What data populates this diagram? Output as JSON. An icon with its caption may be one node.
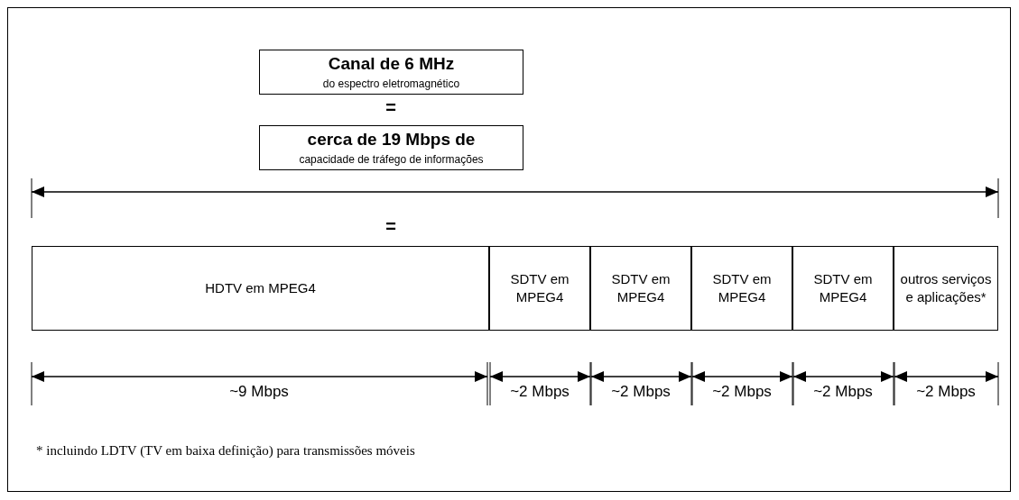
{
  "diagram": {
    "nodes": [
      {
        "text": [
          "Canal de 6 MHz",
          "do espectro eletromagnético"
        ]
      },
      {
        "text": [
          "cerca de 19 Mbps de",
          "capacidade de tráfego de informações"
        ]
      },
      {
        "text": [
          "HDTV em MPEG4"
        ]
      },
      {
        "text": [
          "SDTV em MPEG4"
        ]
      },
      {
        "text": [
          "SDTV em MPEG4"
        ]
      },
      {
        "text": [
          "SDTV em MPEG4"
        ]
      },
      {
        "text": [
          "SDTV em MPEG4"
        ]
      },
      {
        "text": [
          "outros serviços e aplicações*"
        ]
      }
    ],
    "labels": [
      "=",
      "=",
      "~9 Mbps",
      "~2 Mbps",
      "~2 Mbps",
      "~2 Mbps",
      "~2 Mbps",
      "~2 Mbps",
      "* incluindo LDTV (TV em baixa definição) para transmissões móveis"
    ]
  }
}
